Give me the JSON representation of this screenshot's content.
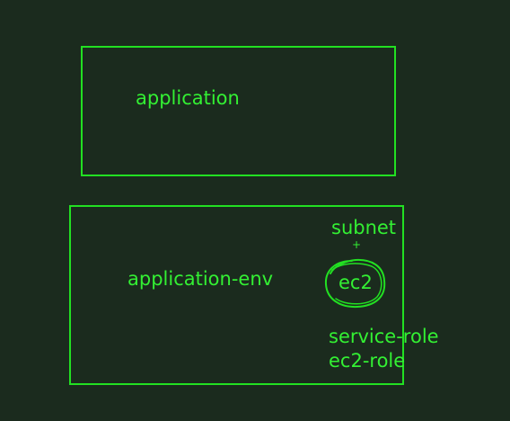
{
  "diagram": {
    "accent_color": "#22e022",
    "background_color": "#1b2b1e",
    "nodes": {
      "application": "application",
      "application_env": "application-env",
      "subnet": "subnet",
      "plus": "+",
      "ec2": "ec2",
      "service_role": "service-role",
      "ec2_role": "ec2-role"
    }
  }
}
